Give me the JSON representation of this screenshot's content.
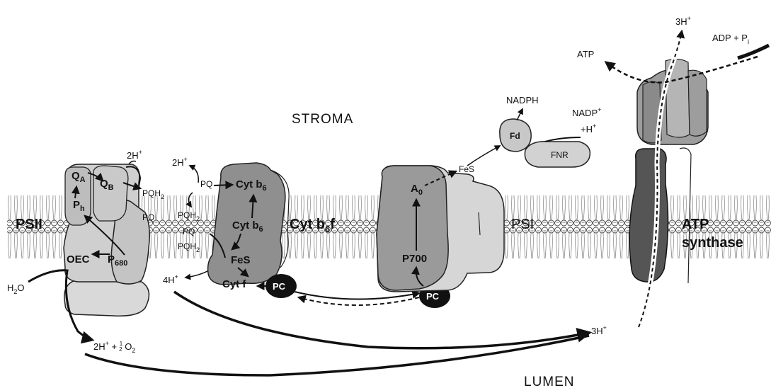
{
  "regions": {
    "stroma": "STROMA",
    "lumen": "LUMEN"
  },
  "complexes": {
    "psii": "PSII",
    "cytb6f": "Cyt b",
    "cytb6f_sub": "6",
    "cytb6f_tail": "f",
    "psi": "PSI",
    "atp_line1": "ATP",
    "atp_line2": "synthase"
  },
  "psii_labels": {
    "qa": "Q",
    "qa_sub": "A",
    "qb": "Q",
    "qb_sub": "B",
    "ph": "P",
    "ph_sub": "h",
    "oec": "OEC",
    "p680": "P",
    "p680_sub": "680"
  },
  "pq_pool": {
    "h2_top_left": "2H",
    "h2_top_left_sup": "+",
    "h2_top_right": "2H",
    "h2_top_right_sup": "+",
    "pqh2_a": "PQH",
    "pqh2_a_sub": "2",
    "pq_a": "PQ",
    "pq_b": "PQ",
    "pqh2_b": "PQH",
    "pqh2_b_sub": "2",
    "pq_c": "PQ",
    "pqh2_c": "PQH",
    "pqh2_c_sub": "2",
    "h4": "4H",
    "h4_sup": "+"
  },
  "cyt_labels": {
    "cytb6_top": "Cyt b",
    "cytb6_top_sub": "6",
    "cytb6_mid": "Cyt b",
    "cytb6_mid_sub": "6",
    "fes": "FeS",
    "cytf": "Cyt f"
  },
  "pc": {
    "pc1": "PC",
    "pc2": "PC"
  },
  "psi_labels": {
    "a0": "A",
    "a0_sub": "0",
    "fes": "FeS",
    "p700": "P700",
    "fd": "Fd",
    "fnr": "FNR",
    "nadph": "NADPH",
    "nadp_line1": "NADP",
    "nadp_sup": "+",
    "nadp_line2": "+H",
    "nadp_line2_sup": "+"
  },
  "water": {
    "h2o": "H",
    "h2o_sub": "2",
    "h2o_tail": "O",
    "products": "2H",
    "products_sup": "+",
    "products_plus": " + ",
    "half_num": "1",
    "half_den": "2",
    "o2": " O",
    "o2_sub": "2"
  },
  "atp_synthase": {
    "h3_top": "3H",
    "h3_top_sup": "+",
    "h3_bottom": "3H",
    "h3_bottom_sup": "+",
    "atp": "ATP",
    "adp": "ADP + P",
    "adp_sub": "i"
  }
}
